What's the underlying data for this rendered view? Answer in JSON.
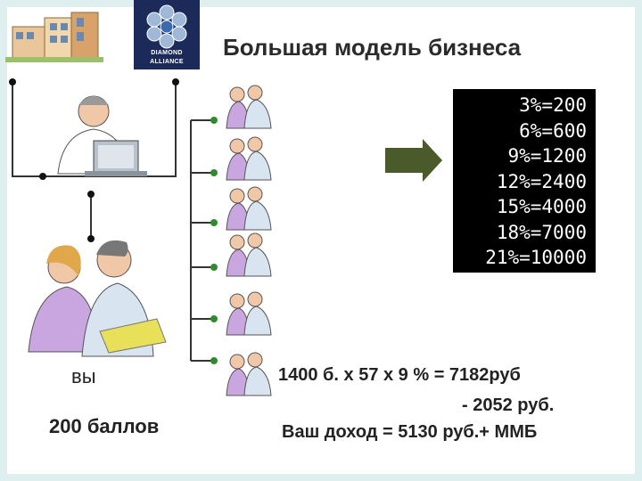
{
  "title": "Большая модель бизнеса",
  "logo": {
    "line1": "DIAMOND",
    "line2": "ALLIANCE"
  },
  "rates": [
    "3%=200",
    "6%=600",
    "9%=1200",
    "12%=2400",
    "15%=4000",
    "18%=7000",
    "21%=10000"
  ],
  "you_label": "вы",
  "points_label": "200 баллов",
  "calc": {
    "line1": "1400 б. х 57 х 9 %  = 7182руб",
    "line2": "-  2052 руб.",
    "line3": "Ваш доход = 5130 руб.+ ММБ"
  },
  "colors": {
    "arrow": "#4a5a2a",
    "dot": "#2e8b2e",
    "line": "#333333",
    "logo_bg": "#1c2a5a"
  }
}
